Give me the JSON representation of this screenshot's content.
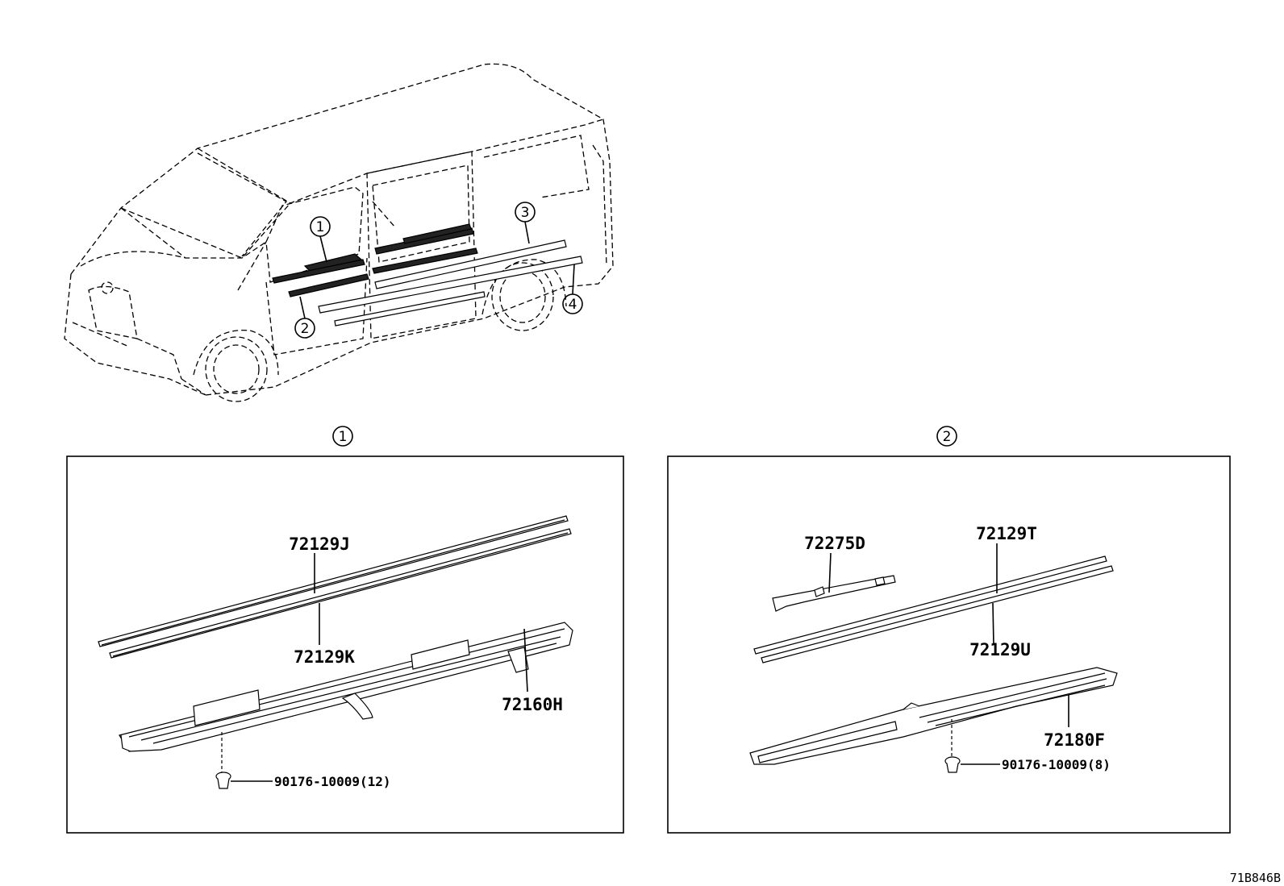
{
  "overview": {
    "callouts": [
      "1",
      "2",
      "3",
      "4"
    ]
  },
  "panel1": {
    "title_callout": "1",
    "parts": {
      "p72129J": "72129J",
      "p72129K": "72129K",
      "p72160H": "72160H",
      "clip": "90176-10009(12)"
    }
  },
  "panel2": {
    "title_callout": "2",
    "parts": {
      "p72275D": "72275D",
      "p72129T": "72129T",
      "p72129U": "72129U",
      "p72180F": "72180F",
      "clip": "90176-10009(8)"
    }
  },
  "figure_ref": "71B846B"
}
